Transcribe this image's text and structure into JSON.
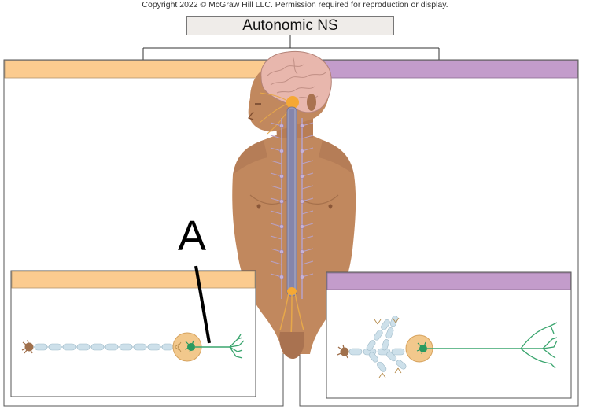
{
  "copyright": "Copyright 2022 © McGraw Hill LLC. Permission required for reproduction or display.",
  "title": "Autonomic NS",
  "label_a": "A",
  "colors": {
    "sympathetic": "#fbcb8f",
    "parasympathetic": "#c39ccb",
    "skin": "#c1885e",
    "brain": "#e8b7ad",
    "spinal_cord": "#9a9ab8",
    "nerve": "#e7a84a",
    "ganglion": "#f2c88c",
    "postganglionic_axon": "#3aa56e",
    "myelin": "#cde0ea"
  }
}
